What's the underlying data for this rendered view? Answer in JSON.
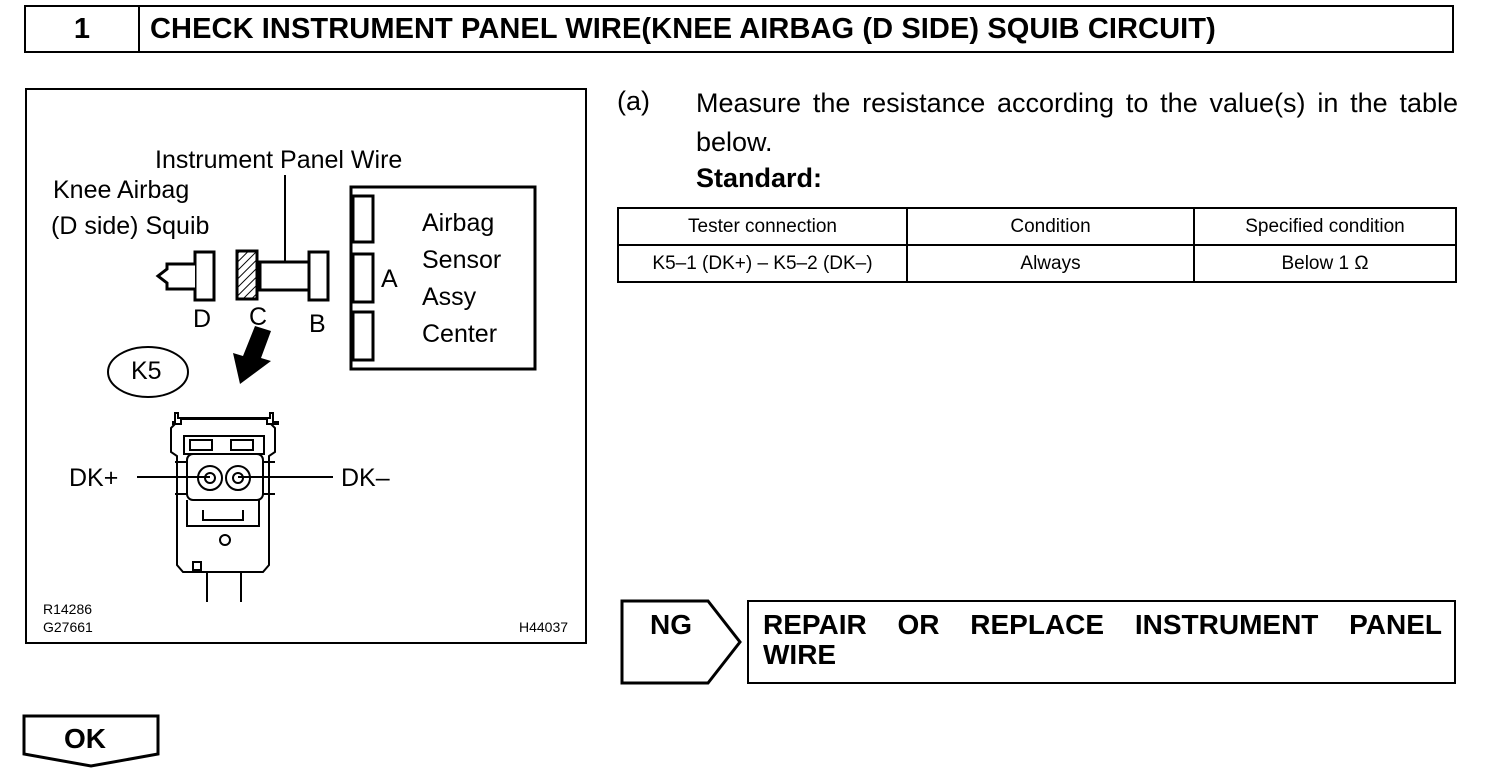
{
  "header": {
    "step_number": "1",
    "title": "CHECK INSTRUMENT PANEL WIRE(KNEE AIRBAG (D SIDE) SQUIB CIRCUIT)"
  },
  "figure": {
    "label_instrument_panel_wire": "Instrument Panel Wire",
    "label_knee_airbag": "Knee Airbag",
    "label_d_side_squib": "(D side) Squib",
    "label_airbag": "Airbag",
    "label_sensor": "Sensor",
    "label_assy": "Assy",
    "label_center": "Center",
    "connector_a": "A",
    "connector_b": "B",
    "connector_c": "C",
    "connector_d": "D",
    "connector_k5": "K5",
    "terminal_dk_plus": "DK+",
    "terminal_dk_minus": "DK–",
    "code_1": "R14286",
    "code_2": "G27661",
    "code_3": "H44037"
  },
  "instruction": {
    "marker": "(a)",
    "text": "Measure the resistance according to the value(s) in the table below.",
    "standard_label": "Standard:"
  },
  "table": {
    "headers": [
      "Tester connection",
      "Condition",
      "Specified condition"
    ],
    "rows": [
      [
        "K5–1 (DK+) – K5–2 (DK–)",
        "Always",
        "Below 1 Ω"
      ]
    ]
  },
  "result_ng": {
    "label": "NG",
    "text_line1": "REPAIR OR REPLACE INSTRUMENT PANEL",
    "text_line2": "WIRE"
  },
  "result_ok": {
    "label": "OK"
  }
}
